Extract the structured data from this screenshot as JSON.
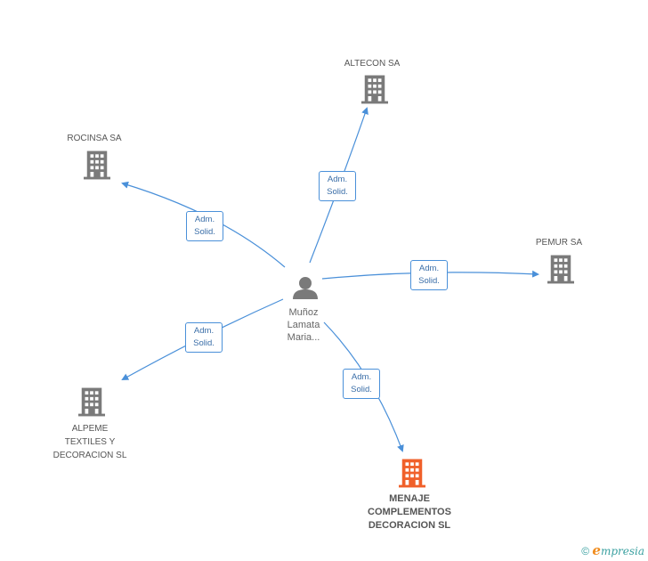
{
  "center": {
    "name_lines": [
      "Muñoz",
      "Lamata",
      "Maria..."
    ]
  },
  "companies": [
    {
      "id": "altecon",
      "lines": [
        "ALTECON SA"
      ],
      "highlight": false
    },
    {
      "id": "rocinsa",
      "lines": [
        "ROCINSA SA"
      ],
      "highlight": false
    },
    {
      "id": "pemur",
      "lines": [
        "PEMUR SA"
      ],
      "highlight": false
    },
    {
      "id": "alpeme",
      "lines": [
        "ALPEME",
        "TEXTILES Y",
        "DECORACION SL"
      ],
      "highlight": false
    },
    {
      "id": "menaje",
      "lines": [
        "MENAJE",
        "COMPLEMENTOS",
        "DECORACION SL"
      ],
      "highlight": true
    }
  ],
  "edges": [
    {
      "to": "altecon",
      "label_lines": [
        "Adm.",
        "Solid."
      ]
    },
    {
      "to": "rocinsa",
      "label_lines": [
        "Adm.",
        "Solid."
      ]
    },
    {
      "to": "pemur",
      "label_lines": [
        "Adm.",
        "Solid."
      ]
    },
    {
      "to": "alpeme",
      "label_lines": [
        "Adm.",
        "Solid."
      ]
    },
    {
      "to": "menaje",
      "label_lines": [
        "Adm.",
        "Solid."
      ]
    }
  ],
  "colors": {
    "edge": "#4a90d9",
    "building": "#7a7a7a",
    "building_highlight": "#f0602a",
    "person": "#7a7a7a"
  },
  "footer": {
    "copyright": "©",
    "brand_initial": "e",
    "brand_rest": "mpresia"
  }
}
